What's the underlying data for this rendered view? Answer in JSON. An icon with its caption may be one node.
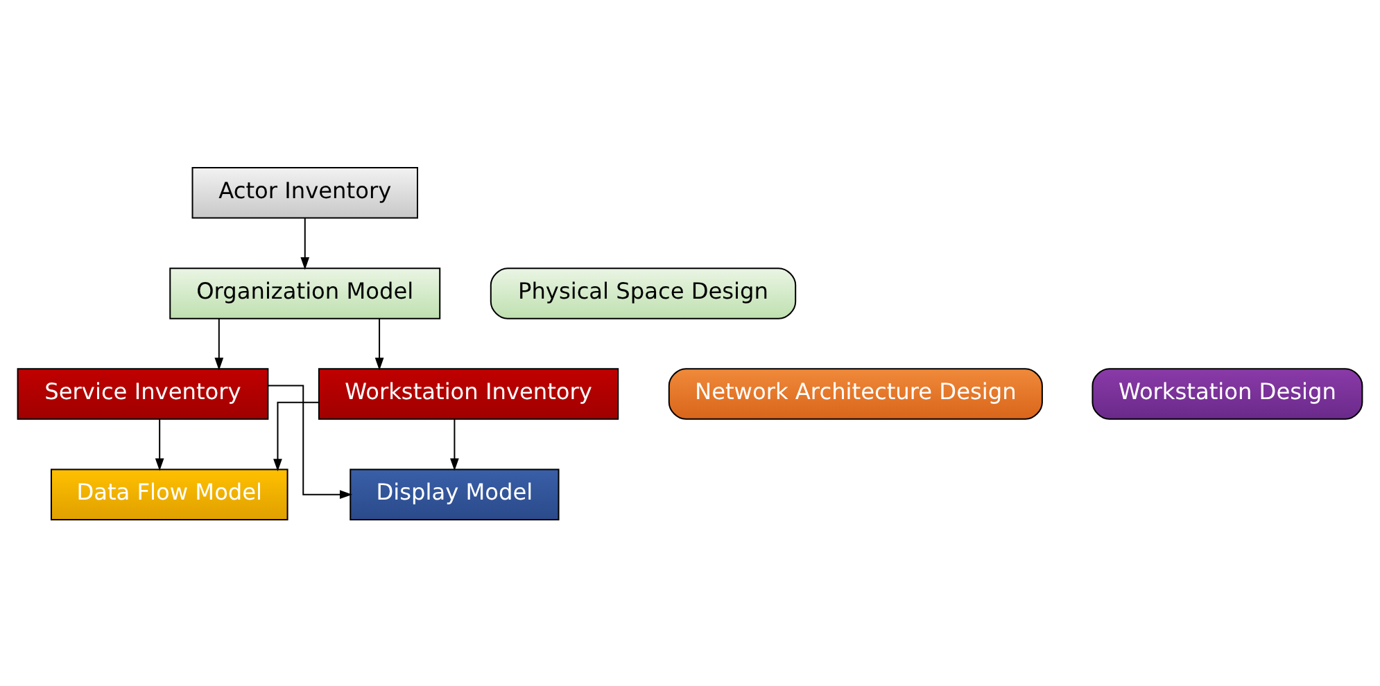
{
  "diagram": {
    "nodes": [
      {
        "text": [
          "Actor Inventory"
        ]
      },
      {
        "text": [
          "Organization Model"
        ]
      },
      {
        "text": [
          "Physical Space Design"
        ]
      },
      {
        "text": [
          "Network Architecture Design"
        ]
      },
      {
        "text": [
          "Service Inventory"
        ]
      },
      {
        "text": [
          "Workstation Inventory"
        ]
      },
      {
        "text": [
          "Workstation Design"
        ]
      },
      {
        "text": [
          "Data Flow Model"
        ]
      },
      {
        "text": [
          "Display Model"
        ]
      }
    ],
    "edges": [
      {
        "from": 0,
        "to": 1,
        "arrow": "to"
      },
      {
        "from": 1,
        "to": 4,
        "arrow": "to"
      },
      {
        "from": 1,
        "to": 5,
        "arrow": "to"
      },
      {
        "from": 4,
        "to": 7,
        "arrow": "to"
      },
      {
        "from": 4,
        "to": 8,
        "arrow": "to"
      },
      {
        "from": 5,
        "to": 7,
        "arrow": "to"
      },
      {
        "from": 5,
        "to": 8,
        "arrow": "to"
      }
    ]
  }
}
